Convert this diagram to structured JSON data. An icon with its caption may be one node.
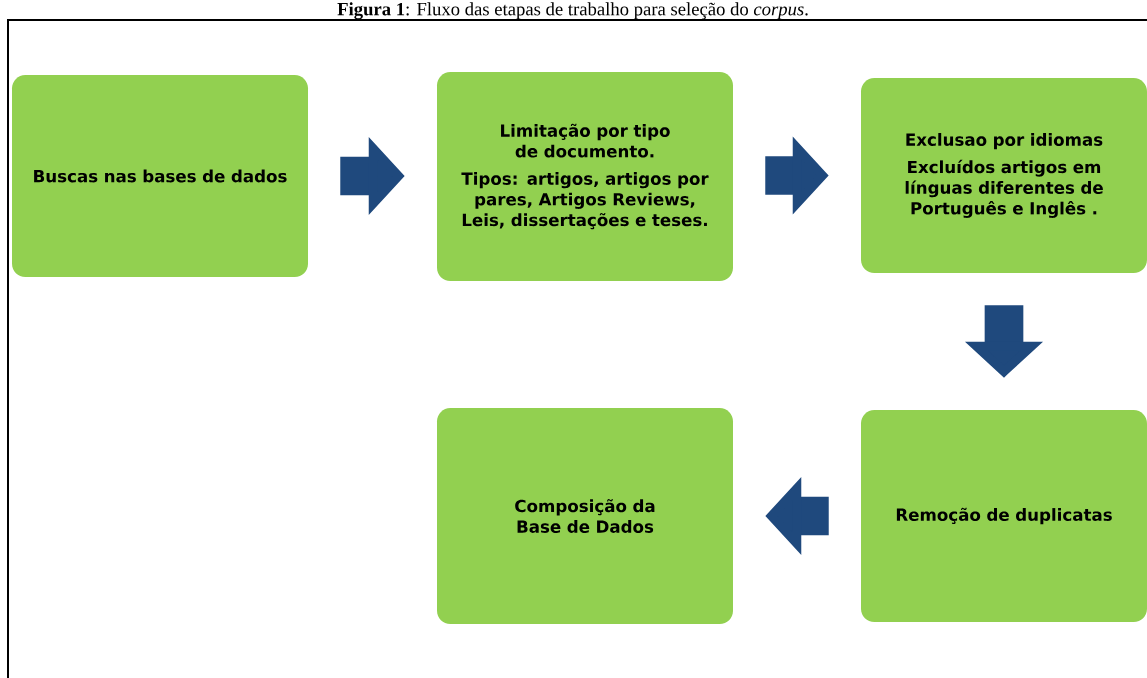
{
  "diagram": {
    "title": "**Figura 1**: Fluxo das etapas de trabalho para seleção do *corpus*.",
    "nodes": [
      {
        "text": [
          "Buscas nas bases de dados"
        ]
      },
      {
        "text": [
          "Limitação por tipo de documento.",
          "Tipos: artigos, artigos por pares, Artigos Reviews, Leis, dissertações e teses."
        ]
      },
      {
        "text": [
          "Exclusao por idiomas",
          "Excluídos artigos em línguas diferentes de Português e Inglês ."
        ]
      },
      {
        "text": [
          "Composição da Base de Dados"
        ]
      },
      {
        "text": [
          "Remoção de duplicatas"
        ]
      }
    ],
    "edges": [
      {
        "from": 0,
        "to": 1,
        "arrow": "to"
      },
      {
        "from": 1,
        "to": 2,
        "arrow": "to"
      },
      {
        "from": 2,
        "to": 4,
        "arrow": "to"
      },
      {
        "from": 4,
        "to": 3,
        "arrow": "to"
      }
    ]
  }
}
